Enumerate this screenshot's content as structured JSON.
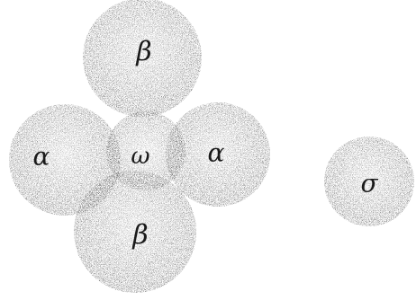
{
  "diagram": {
    "colors": {
      "background": "#ffffff",
      "ink": "#1a1a1a",
      "fill_light": "#f2f2f2",
      "fill_dark": "#3a3a3a"
    },
    "spheres": [
      {
        "label": "β",
        "role": "top"
      },
      {
        "label": "α",
        "role": "left"
      },
      {
        "label": "α",
        "role": "right"
      },
      {
        "label": "β",
        "role": "bottom"
      },
      {
        "label": "ω",
        "role": "center"
      },
      {
        "label": "σ",
        "role": "isolated"
      }
    ]
  }
}
